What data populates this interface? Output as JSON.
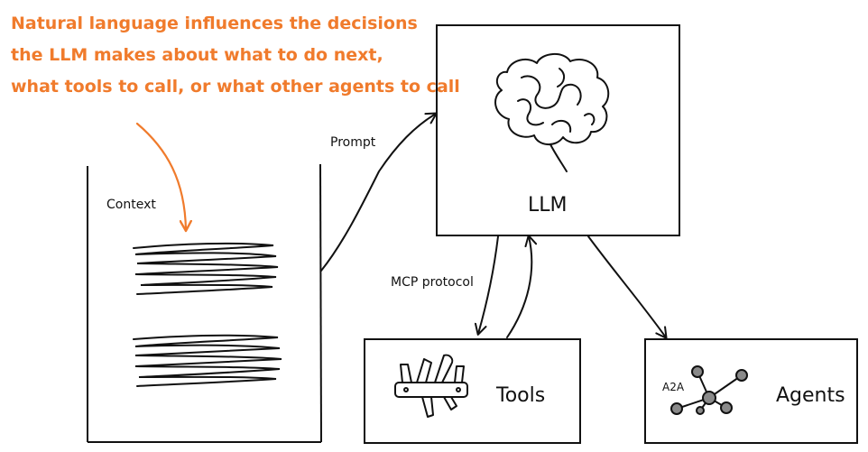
{
  "annotation": {
    "lines": [
      "Natural language influences the decisions",
      "the LLM makes about what to do next,",
      "what tools to call, or what other agents to call"
    ],
    "color": "#f07b2c"
  },
  "context": {
    "label": "Context"
  },
  "prompt": {
    "label": "Prompt"
  },
  "llm": {
    "label": "LLM",
    "icon": "brain-icon"
  },
  "mcp": {
    "label": "MCP protocol"
  },
  "tools": {
    "label": "Tools",
    "icon": "multitool-icon"
  },
  "agents": {
    "label": "Agents",
    "badge": "A2A",
    "icon": "network-icon"
  }
}
